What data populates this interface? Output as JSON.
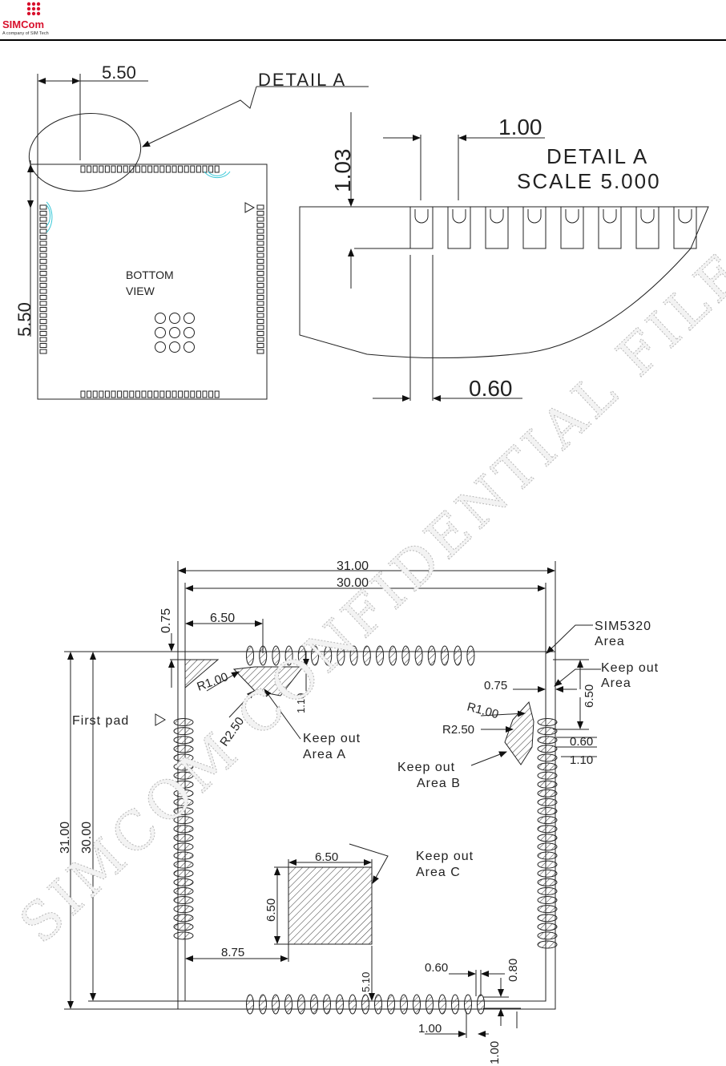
{
  "header": {
    "logo_text": "SIMCom",
    "logo_tagline": "A company of SIM Tech",
    "brand_color": "#d8102c"
  },
  "watermark": {
    "text": "SIMCOM CONFIDENTIAL FILE"
  },
  "top_left": {
    "detail_label": "DETAIL  A",
    "dim_5_50_top": "5.50",
    "dim_5_50_left": "5.50",
    "bottom_view_line1": "BOTTOM",
    "bottom_view_line2": "VIEW"
  },
  "detail": {
    "title": "DETAIL  A",
    "scale": "SCALE  5.000",
    "dim_1_03": "1.03",
    "dim_1_00": "1.00",
    "dim_0_60": "0.60"
  },
  "footprint": {
    "dim_31_00_top": "31.00",
    "dim_30_00_top": "30.00",
    "dim_6_50_top": "6.50",
    "dim_0_75_top": "0.75",
    "dim_31_00_left": "31.00",
    "dim_30_00_left": "30.00",
    "first_pad": "First pad",
    "r100_a": "R1.00",
    "r250_a": "R2.50",
    "dim_1_10_a": "1.10",
    "keepout_a_1": "Keep out",
    "keepout_a_2": "Area A",
    "sim_area_1": "SIM5320",
    "sim_area_2": "Area",
    "keepout_1": "Keep out",
    "keepout_2": "Area",
    "dim_0_75_right": "0.75",
    "dim_6_50_right": "6.50",
    "r100_b": "R1.00",
    "r250_b": "R2.50",
    "dim_0_60_right": "0.60",
    "dim_1_10_right": "1.10",
    "keepout_b_1": "Keep out",
    "keepout_b_2": "Area B",
    "keepout_c_1": "Keep out",
    "keepout_c_2": "Area C",
    "dim_6_50_c_top": "6.50",
    "dim_6_50_c_left": "6.50",
    "dim_8_75": "8.75",
    "dim_5_10": "5.10",
    "dim_0_60_bottom": "0.60",
    "dim_0_80": "0.80",
    "dim_1_00_bottom": "1.00",
    "dim_1_00_vert": "1.00"
  }
}
